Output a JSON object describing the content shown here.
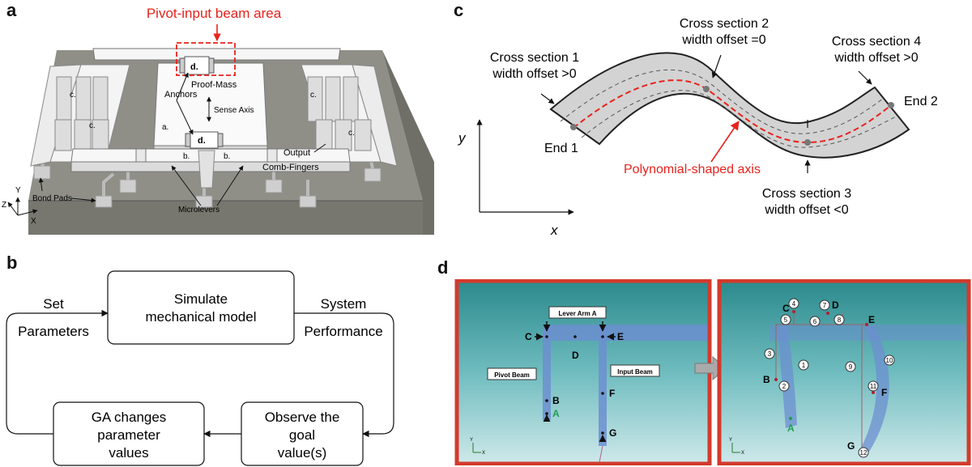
{
  "panels": {
    "a": {
      "letter": "a",
      "title": "Pivot-input beam area",
      "labels": {
        "proof_mass": "Proof-Mass",
        "anchors": "Anchors",
        "sense_axis": "Sense Axis",
        "a": "a.",
        "b1": "b.",
        "b2": "b.",
        "c1": "c.",
        "c2": "c.",
        "c3": "c.",
        "c4": "c.",
        "d1": "d.",
        "d2": "d.",
        "output": "Output",
        "comb": "Comb-Fingers",
        "bond_pads": "Bond Pads",
        "microlevers": "Microlevers",
        "axis_y": "Y",
        "axis_z": "Z",
        "axis_x": "X"
      }
    },
    "b": {
      "letter": "b",
      "boxes": {
        "simulate_l1": "Simulate",
        "simulate_l2": "mechanical model",
        "observe_l1": "Observe the",
        "observe_l2": "goal",
        "observe_l3": "value(s)",
        "ga_l1": "GA changes",
        "ga_l2": "parameter",
        "ga_l3": "values"
      },
      "edges": {
        "set_l1": "Set",
        "set_l2": "Parameters",
        "sys_l1": "System",
        "sys_l2": "Performance"
      }
    },
    "c": {
      "letter": "c",
      "cs1_l1": "Cross section 1",
      "cs1_l2": "width offset >0",
      "cs2_l1": "Cross section 2",
      "cs2_l2": "width offset =0",
      "cs3_l1": "Cross section 3",
      "cs3_l2": "width offset <0",
      "cs4_l1": "Cross section 4",
      "cs4_l2": "width offset >0",
      "end1": "End 1",
      "end2": "End 2",
      "axis_label": "Polynomial-shaped axis",
      "x": "x",
      "y": "y"
    },
    "d": {
      "letter": "d",
      "lever_arm": "Lever Arm A",
      "pivot_beam": "Pivot Beam",
      "input_beam": "Input Beam",
      "points": {
        "A": "A",
        "B": "B",
        "C": "C",
        "D": "D",
        "E": "E",
        "F": "F",
        "G": "G"
      },
      "numbers": [
        "1",
        "2",
        "3",
        "4",
        "5",
        "6",
        "7",
        "8",
        "9",
        "10",
        "11",
        "12"
      ],
      "axis_y": "Y",
      "axis_x": "X"
    }
  },
  "colors": {
    "red": "#e8221c",
    "pad": "#c9c9c9",
    "substrate": "#8f8f88",
    "fem_top": "#2b8a8c",
    "fem_bottom": "#b9dfe0",
    "beam": "#6c8fd0",
    "frame": "#d33a2c"
  }
}
